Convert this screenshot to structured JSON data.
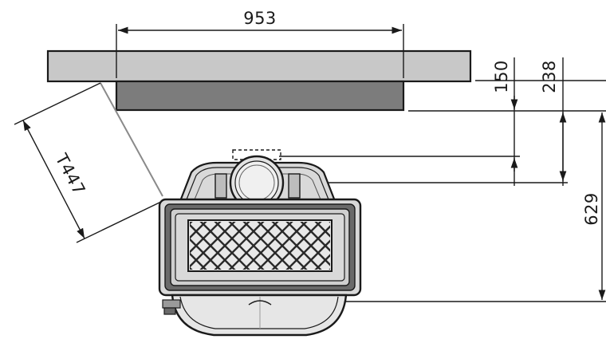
{
  "dimensions": {
    "width_top": "953",
    "diagonal": "T447",
    "depth_150": "150",
    "depth_238": "238",
    "depth_629": "629"
  },
  "colors": {
    "slab_light": "#c8c8c8",
    "slab_dark": "#7c7c7c",
    "line": "#1a1a1a",
    "stove_body": "#d9d9d9",
    "stove_dark": "#6a6a6a"
  }
}
